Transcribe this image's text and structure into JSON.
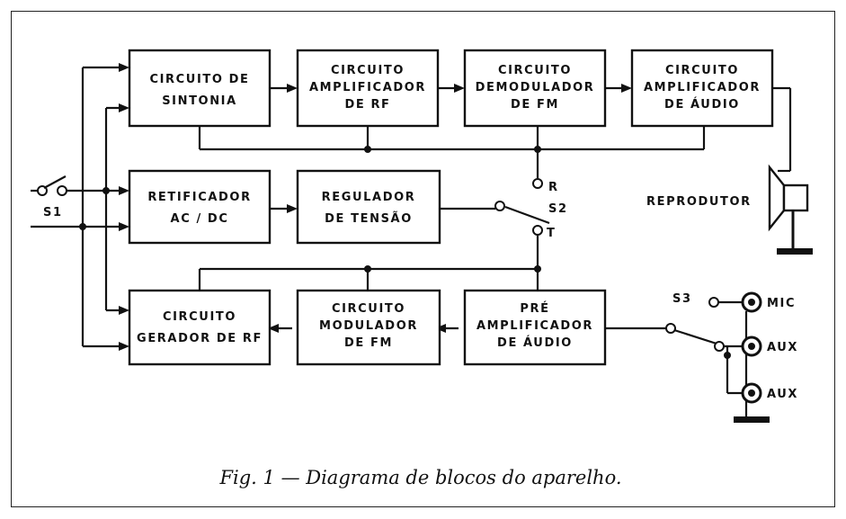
{
  "blocks": {
    "sintonia": [
      "CIRCUITO DE",
      "SINTONIA"
    ],
    "amp_rf": [
      "CIRCUITO",
      "AMPLIFICADOR",
      "DE RF"
    ],
    "demod_fm": [
      "CIRCUITO",
      "DEMODULADOR",
      "DE FM"
    ],
    "amp_audio": [
      "CIRCUITO",
      "AMPLIFICADOR",
      "DE ÁUDIO"
    ],
    "retificador": [
      "RETIFICADOR",
      "AC / DC"
    ],
    "regulador": [
      "REGULADOR",
      "DE TENSÃO"
    ],
    "gerador_rf": [
      "CIRCUITO",
      "GERADOR DE RF"
    ],
    "modulador_fm": [
      "CIRCUITO",
      "MODULADOR",
      "DE FM"
    ],
    "pre_amp": [
      "PRÉ",
      "AMPLIFICADOR",
      "DE ÁUDIO"
    ]
  },
  "labels": {
    "s1": "S1",
    "s2": "S2",
    "s3": "S3",
    "r": "R",
    "t": "T",
    "reprodutor": "REPRODUTOR",
    "mic": "MIC",
    "aux1": "AUX",
    "aux2": "AUX"
  },
  "caption": "Fig. 1 — Diagrama de blocos do aparelho."
}
